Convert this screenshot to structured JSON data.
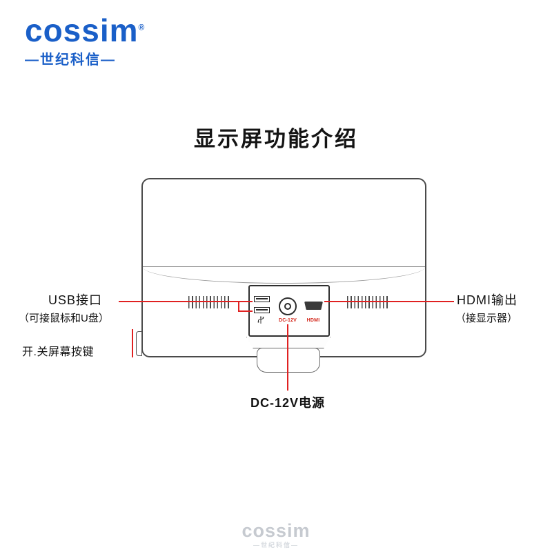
{
  "logo": {
    "brand": "cossim",
    "reg": "®",
    "tagline": "—世纪科信—"
  },
  "title": "显示屏功能介绍",
  "labels": {
    "usb": {
      "line1": "USB接口",
      "line2": "（可接鼠标和U盘）"
    },
    "power_btn": "开.关屏幕按键",
    "hdmi": {
      "line1": "HDMI输出",
      "line2": "（接显示器）"
    },
    "dc": "DC-12V电源"
  },
  "ports": {
    "dc_label": "DC-12V",
    "hdmi_label": "HDMI"
  },
  "watermark": {
    "brand": "cossim",
    "tagline": "—世纪科信—"
  },
  "colors": {
    "accent_red": "#e02121",
    "brand_blue": "#1a5fc8",
    "line_dark": "#4a4a4a",
    "watermark_gray": "#c6cad0"
  }
}
